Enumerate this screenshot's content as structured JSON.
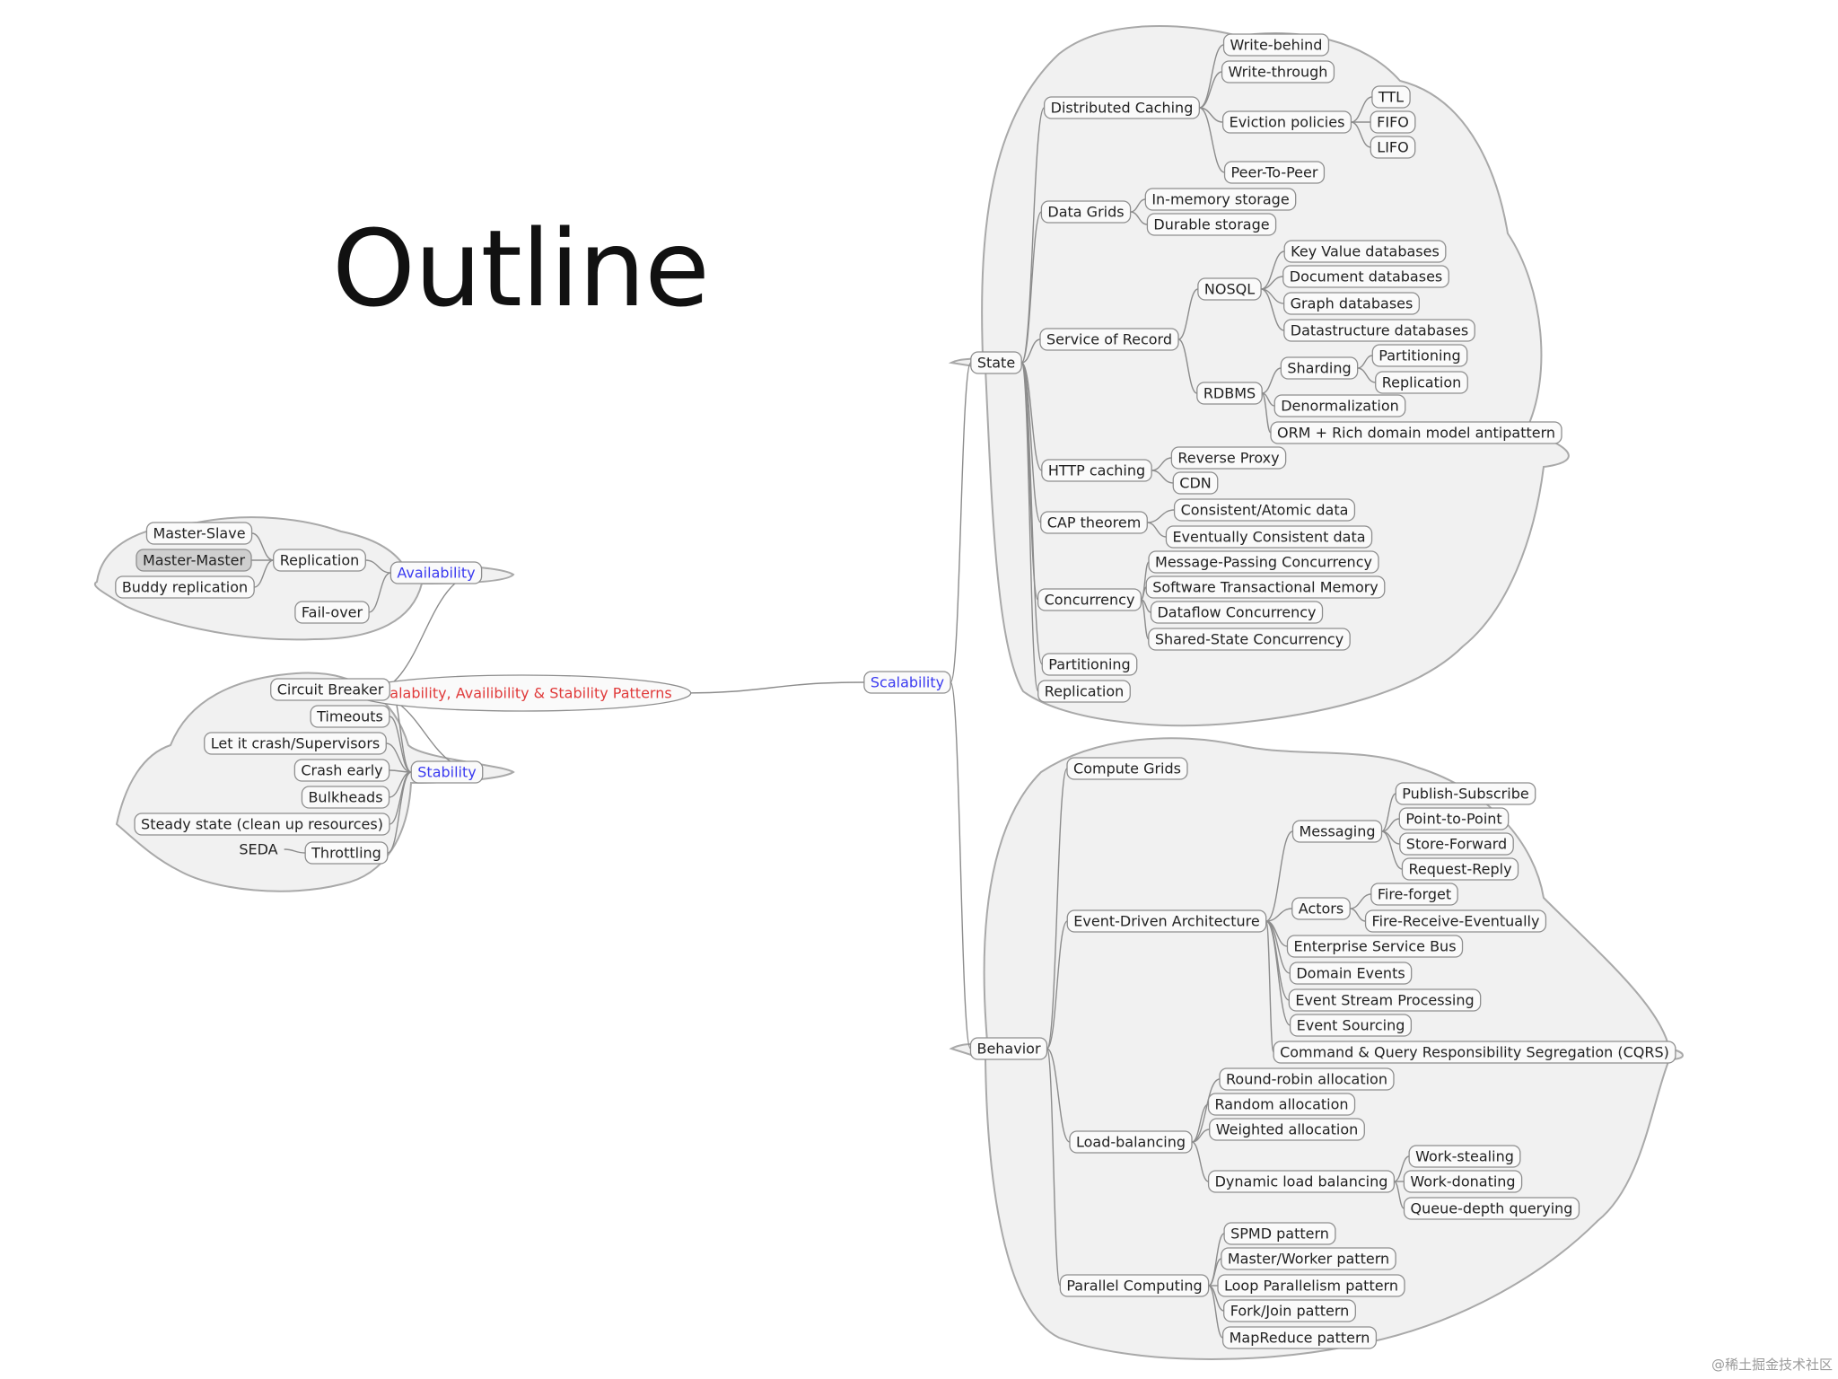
{
  "title": "Outline",
  "watermark": "@稀土掘金技术社区",
  "root": {
    "label": "Scalability, Availibility & Stability Patterns",
    "color": "#e03a3a",
    "children": [
      {
        "label": "Availability",
        "color": "#3a3af0",
        "children": [
          {
            "label": "Replication",
            "children": [
              {
                "label": "Master-Slave"
              },
              {
                "label": "Master-Master"
              },
              {
                "label": "Buddy replication"
              }
            ]
          },
          {
            "label": "Fail-over"
          }
        ]
      },
      {
        "label": "Stability",
        "color": "#3a3af0",
        "children": [
          {
            "label": "Circuit Breaker"
          },
          {
            "label": "Timeouts"
          },
          {
            "label": "Let it crash/Supervisors"
          },
          {
            "label": "Crash early"
          },
          {
            "label": "Bulkheads"
          },
          {
            "label": "Steady state (clean up resources)"
          },
          {
            "label": "Throttling",
            "children": [
              {
                "label": "SEDA"
              }
            ]
          }
        ]
      },
      {
        "label": "Scalability",
        "color": "#3a3af0",
        "children": [
          {
            "label": "State",
            "children": [
              {
                "label": "Distributed Caching",
                "children": [
                  {
                    "label": "Write-behind"
                  },
                  {
                    "label": "Write-through"
                  },
                  {
                    "label": "Eviction policies",
                    "children": [
                      {
                        "label": "TTL"
                      },
                      {
                        "label": "FIFO"
                      },
                      {
                        "label": "LIFO"
                      }
                    ]
                  },
                  {
                    "label": "Peer-To-Peer"
                  }
                ]
              },
              {
                "label": "Data Grids",
                "children": [
                  {
                    "label": "In-memory storage"
                  },
                  {
                    "label": "Durable storage"
                  }
                ]
              },
              {
                "label": "Service of Record",
                "children": [
                  {
                    "label": "NOSQL",
                    "children": [
                      {
                        "label": "Key Value databases"
                      },
                      {
                        "label": "Document databases"
                      },
                      {
                        "label": "Graph databases"
                      },
                      {
                        "label": "Datastructure databases"
                      }
                    ]
                  },
                  {
                    "label": "RDBMS",
                    "children": [
                      {
                        "label": "Sharding",
                        "children": [
                          {
                            "label": "Partitioning"
                          },
                          {
                            "label": "Replication"
                          }
                        ]
                      },
                      {
                        "label": "Denormalization"
                      },
                      {
                        "label": "ORM + Rich domain model antipattern"
                      }
                    ]
                  }
                ]
              },
              {
                "label": "HTTP caching",
                "children": [
                  {
                    "label": "Reverse Proxy"
                  },
                  {
                    "label": "CDN"
                  }
                ]
              },
              {
                "label": "CAP theorem",
                "children": [
                  {
                    "label": "Consistent/Atomic data"
                  },
                  {
                    "label": "Eventually Consistent data"
                  }
                ]
              },
              {
                "label": "Concurrency",
                "children": [
                  {
                    "label": "Message-Passing Concurrency"
                  },
                  {
                    "label": "Software Transactional Memory"
                  },
                  {
                    "label": "Dataflow Concurrency"
                  },
                  {
                    "label": "Shared-State Concurrency"
                  }
                ]
              },
              {
                "label": "Partitioning"
              },
              {
                "label": "Replication"
              }
            ]
          },
          {
            "label": "Behavior",
            "children": [
              {
                "label": "Compute Grids"
              },
              {
                "label": "Event-Driven Architecture",
                "children": [
                  {
                    "label": "Messaging",
                    "children": [
                      {
                        "label": "Publish-Subscribe"
                      },
                      {
                        "label": "Point-to-Point"
                      },
                      {
                        "label": "Store-Forward"
                      },
                      {
                        "label": "Request-Reply"
                      }
                    ]
                  },
                  {
                    "label": "Actors",
                    "children": [
                      {
                        "label": "Fire-forget"
                      },
                      {
                        "label": "Fire-Receive-Eventually"
                      }
                    ]
                  },
                  {
                    "label": "Enterprise Service Bus"
                  },
                  {
                    "label": "Domain Events"
                  },
                  {
                    "label": "Event Stream Processing"
                  },
                  {
                    "label": "Event Sourcing"
                  },
                  {
                    "label": "Command & Query Responsibility Segregation (CQRS)"
                  }
                ]
              },
              {
                "label": "Load-balancing",
                "children": [
                  {
                    "label": "Round-robin allocation"
                  },
                  {
                    "label": "Random allocation"
                  },
                  {
                    "label": "Weighted allocation"
                  },
                  {
                    "label": "Dynamic load balancing",
                    "children": [
                      {
                        "label": "Work-stealing"
                      },
                      {
                        "label": "Work-donating"
                      },
                      {
                        "label": "Queue-depth querying"
                      }
                    ]
                  }
                ]
              },
              {
                "label": "Parallel Computing",
                "children": [
                  {
                    "label": "SPMD pattern"
                  },
                  {
                    "label": "Master/Worker pattern"
                  },
                  {
                    "label": "Loop Parallelism pattern"
                  },
                  {
                    "label": "Fork/Join pattern"
                  },
                  {
                    "label": "MapReduce pattern"
                  }
                ]
              }
            ]
          }
        ]
      }
    ]
  }
}
